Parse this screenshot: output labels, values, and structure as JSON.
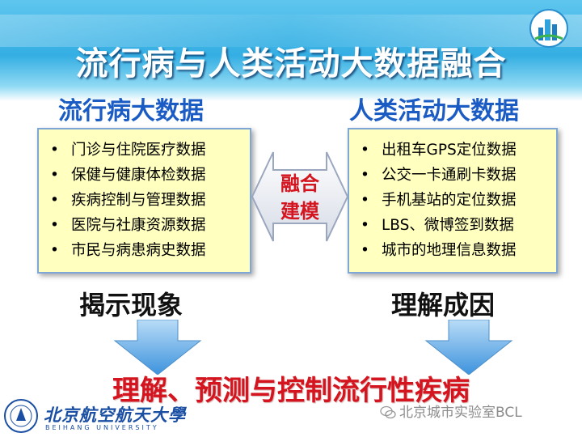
{
  "title": "流行病与人类活动大数据融合",
  "left": {
    "heading": "流行病大数据",
    "items": [
      "门诊与住院医疗数据",
      "保健与健康体检数据",
      "疾病控制与管理数据",
      "医院与社康资源数据",
      "市民与病患病史数据"
    ],
    "outcome": "揭示现象"
  },
  "right": {
    "heading": "人类活动大数据",
    "items": [
      "出租车GPS定位数据",
      "公交一卡通刷卡数据",
      "手机基站的定位数据",
      "LBS、微博签到数据",
      "城市的地理信息数据"
    ],
    "outcome": "理解成因"
  },
  "fusion": {
    "line1": "融合",
    "line2": "建模"
  },
  "conclusion": "理解、预测与控制流行性疾病",
  "footer": {
    "university_cn": "北京航空航天大學",
    "university_en": "BEIHANG UNIVERSITY",
    "watermark": "北京城市实验室BCL"
  },
  "colors": {
    "heading_blue": "#1b5cc4",
    "accent_red": "#d4141e",
    "box_fill": "#ffffbf",
    "arrow_blue": "#4fa3e6"
  }
}
